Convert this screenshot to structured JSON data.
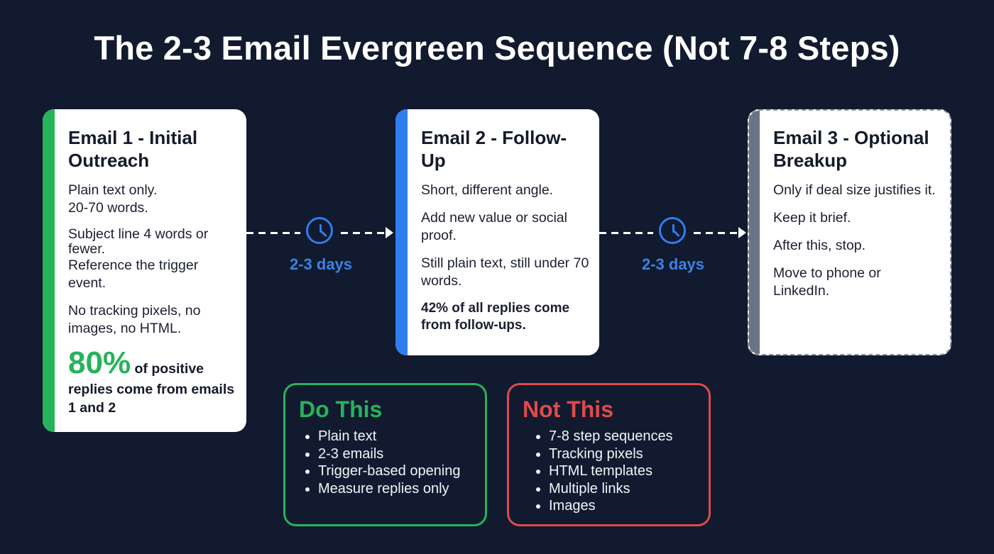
{
  "title": "The 2-3 Email Evergreen Sequence (Not 7-8 Steps)",
  "colors": {
    "background": "#111a2e",
    "green": "#27b35a",
    "blue": "#2f7ef0",
    "gray": "#6b7386",
    "red": "#e04a4a"
  },
  "cards": [
    {
      "heading": "Email 1 - Initial Outreach",
      "lines": [
        "Plain text only.",
        "20-70 words.",
        "Subject line 4 words or fewer.",
        "Reference the trigger event.",
        "No tracking pixels, no images, no HTML."
      ],
      "stat_value": "80%",
      "stat_text_1": "of positive",
      "stat_text_2": "replies come from emails 1 and 2"
    },
    {
      "heading": "Email 2 - Follow-Up",
      "lines": [
        "Short, different angle.",
        "Add new value or social proof.",
        "Still plain text, still under 70 words."
      ],
      "stat_text": "42% of all replies come from follow-ups."
    },
    {
      "heading": "Email 3 - Optional Breakup",
      "lines": [
        "Only if deal size justifies it.",
        "Keep it brief.",
        "After this, stop.",
        "Move to phone or LinkedIn."
      ]
    }
  ],
  "connectors": [
    {
      "icon": "clock-icon",
      "label": "2-3 days"
    },
    {
      "icon": "clock-icon",
      "label": "2-3 days"
    }
  ],
  "do_this": {
    "heading": "Do This",
    "items": [
      "Plain text",
      "2-3 emails",
      "Trigger-based opening",
      "Measure replies only"
    ]
  },
  "not_this": {
    "heading": "Not This",
    "items": [
      "7-8 step sequences",
      "Tracking pixels",
      "HTML templates",
      "Multiple links",
      "Images"
    ]
  }
}
